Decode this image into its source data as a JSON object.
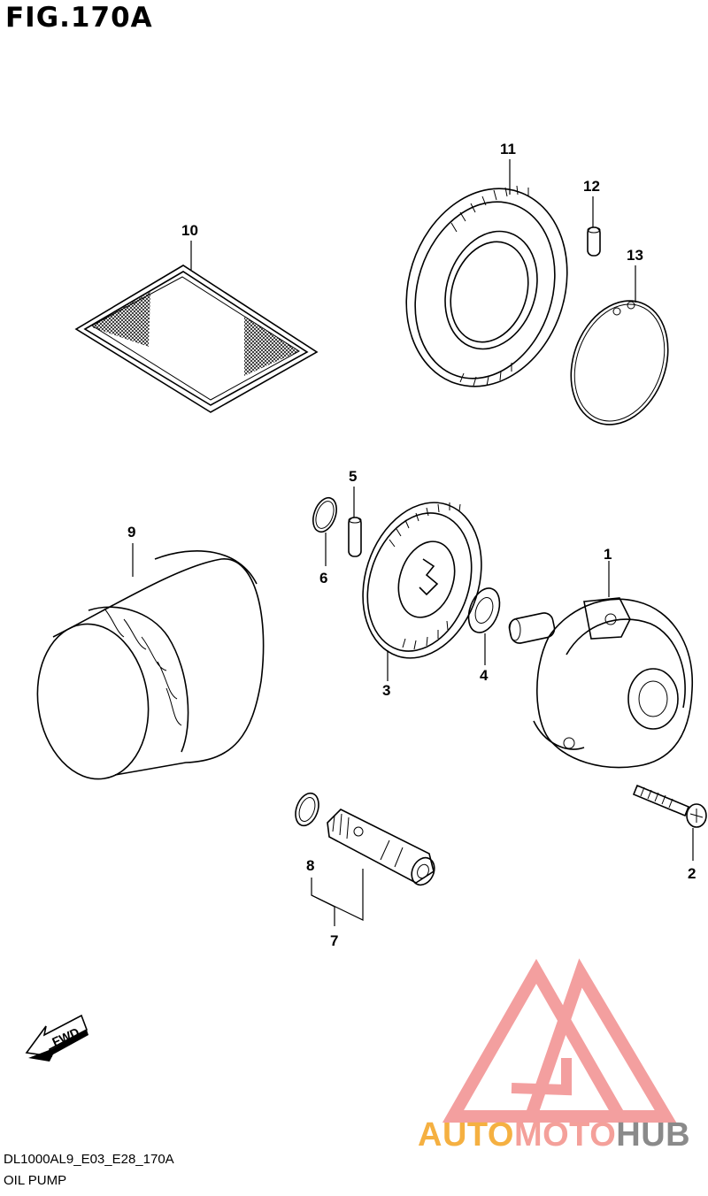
{
  "figure": {
    "title": "FIG.170A",
    "code": "DL1000AL9_E03_E28_170A",
    "name": "OIL PUMP",
    "direction_label": "FWD"
  },
  "callouts": [
    "1",
    "2",
    "3",
    "4",
    "5",
    "6",
    "7",
    "8",
    "9",
    "10",
    "11",
    "12",
    "13"
  ],
  "watermark": {
    "part1": "AUTO",
    "part2": "MOTO",
    "part3": "HUB",
    "colors": {
      "auto": "#f5b041",
      "moto": "#f4a09a",
      "hub": "#8a8a8a",
      "logo": "#f08080"
    }
  }
}
